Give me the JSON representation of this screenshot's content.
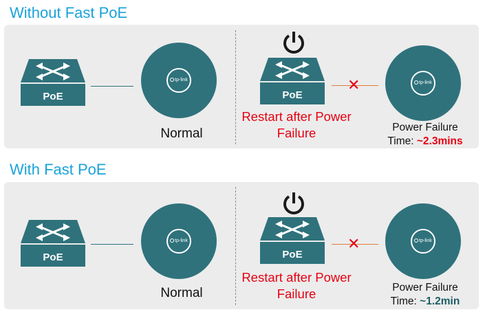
{
  "sections": [
    {
      "title": "Without Fast PoE",
      "switch_label": "PoE",
      "normal_caption": "Normal",
      "restart_line1": "Restart after Power",
      "restart_line2": "Failure",
      "failure_label": "Power Failure",
      "time_prefix": "Time: ",
      "time_value": "~2.3mins",
      "time_color": "#e60012"
    },
    {
      "title": "With Fast PoE",
      "switch_label": "PoE",
      "normal_caption": "Normal",
      "restart_line1": "Restart after Power",
      "restart_line2": "Failure",
      "failure_label": "Power Failure",
      "time_prefix": "Time: ",
      "time_value": "~1.2min",
      "time_color": "#1f5e66"
    }
  ],
  "ap_logo": "tp-link",
  "colors": {
    "title": "#1aa3d9",
    "device": "#2f727c",
    "fail_mark": "#e60012",
    "panel": "#ececec"
  },
  "icons": [
    "switch-arrows-icon",
    "access-point-icon",
    "power-icon",
    "x-mark-icon"
  ]
}
